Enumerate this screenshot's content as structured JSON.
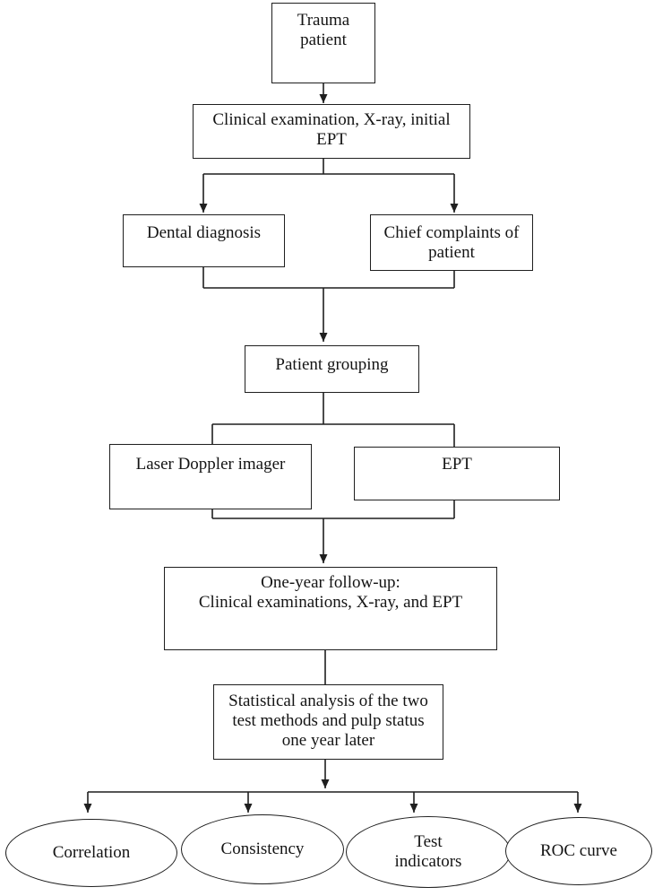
{
  "figure": {
    "type": "flowchart",
    "background_color": "#ffffff",
    "line_color": "#1f1f1f",
    "text_color": "#141414"
  },
  "nodes": {
    "trauma": {
      "shape": "rect",
      "lines": [
        "Trauma",
        "patient"
      ]
    },
    "clinical": {
      "shape": "rect",
      "lines": [
        "Clinical examination, X-ray, initial",
        "EPT"
      ]
    },
    "dental": {
      "shape": "rect",
      "lines": [
        "Dental diagnosis"
      ]
    },
    "chief": {
      "shape": "rect",
      "lines": [
        "Chief complaints of",
        "patient"
      ]
    },
    "grouping": {
      "shape": "rect",
      "lines": [
        "Patient grouping"
      ]
    },
    "laser": {
      "shape": "rect",
      "lines": [
        "Laser Doppler imager"
      ]
    },
    "ept": {
      "shape": "rect",
      "lines": [
        "EPT"
      ]
    },
    "followup": {
      "shape": "rect",
      "lines": [
        "One-year follow-up:",
        "Clinical examinations, X-ray, and EPT"
      ]
    },
    "statistical": {
      "shape": "rect",
      "lines": [
        "Statistical analysis of the two",
        "test methods and pulp status",
        "one year later"
      ]
    },
    "correlation": {
      "shape": "ellipse",
      "lines": [
        "Correlation"
      ]
    },
    "consistency": {
      "shape": "ellipse",
      "lines": [
        "Consistency"
      ]
    },
    "test": {
      "shape": "ellipse",
      "lines": [
        "Test",
        "indicators"
      ]
    },
    "roc": {
      "shape": "ellipse",
      "lines": [
        "ROC curve"
      ]
    }
  },
  "edges": [
    {
      "from": "trauma",
      "to": "clinical",
      "arrow": true
    },
    {
      "from": "clinical",
      "to": "dental",
      "arrow": true
    },
    {
      "from": "clinical",
      "to": "chief",
      "arrow": true
    },
    {
      "from": "dental",
      "to": "grouping",
      "arrow": true
    },
    {
      "from": "chief",
      "to": "grouping",
      "arrow": true
    },
    {
      "from": "grouping",
      "to": "laser",
      "arrow": false
    },
    {
      "from": "grouping",
      "to": "ept",
      "arrow": false
    },
    {
      "from": "laser",
      "to": "followup",
      "arrow": true
    },
    {
      "from": "ept",
      "to": "followup",
      "arrow": true
    },
    {
      "from": "followup",
      "to": "statistical",
      "arrow": false
    },
    {
      "from": "statistical",
      "to": "correlation",
      "arrow": true
    },
    {
      "from": "statistical",
      "to": "consistency",
      "arrow": true
    },
    {
      "from": "statistical",
      "to": "test",
      "arrow": true
    },
    {
      "from": "statistical",
      "to": "roc",
      "arrow": true
    }
  ]
}
